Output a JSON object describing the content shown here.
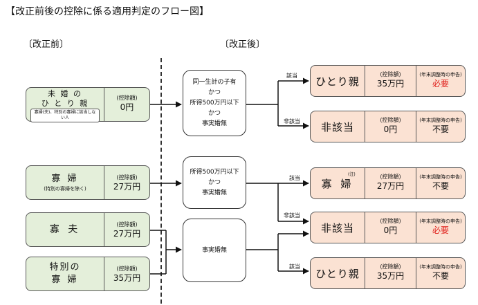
{
  "title": "【改正前後の控除に係る適用判定のフロー図】",
  "before_label": "〔改正前〕",
  "after_label": "〔改正後〕",
  "amount_caption": "(控除額)",
  "application_caption": "(年末調整時の申告)",
  "before_items": [
    {
      "name_line1": "未 婚 の",
      "name_line2": "ひ と り 親",
      "note": "寡婦(夫)、特別の寡婦に該当しない人",
      "amount": "0円"
    },
    {
      "name_line1": "寡 婦",
      "note": "(特別の寡婦を除く)",
      "amount": "27万円"
    },
    {
      "name_line1": "寡 夫",
      "amount": "27万円"
    },
    {
      "name_line1": "特別の",
      "name_line2": "寡 婦",
      "amount": "35万円"
    }
  ],
  "decisions": [
    {
      "lines": [
        "同一生計の子有",
        "かつ",
        "所得500万円以下",
        "かつ",
        "事実婚無"
      ]
    },
    {
      "lines": [
        "所得500万円以下",
        "かつ",
        "事実婚無"
      ]
    },
    {
      "lines": [
        "事実婚無"
      ]
    }
  ],
  "results": [
    {
      "branch": "該当",
      "name": "ひとり親",
      "amount": "35万円",
      "application": "必要",
      "application_color": "#e0201b"
    },
    {
      "branch": "非該当",
      "name": "非該当",
      "amount": "0円",
      "application": "不要"
    },
    {
      "branch": "該当",
      "name": "寡 婦",
      "note_mark": "(注)",
      "amount": "27万円",
      "application": "不要"
    },
    {
      "branch": "非該当",
      "name": "非該当",
      "amount": "0円",
      "application": "必要",
      "application_color": "#e0201b"
    },
    {
      "branch": "該当",
      "name": "ひとり親",
      "amount": "35万円",
      "application": "不要"
    }
  ]
}
